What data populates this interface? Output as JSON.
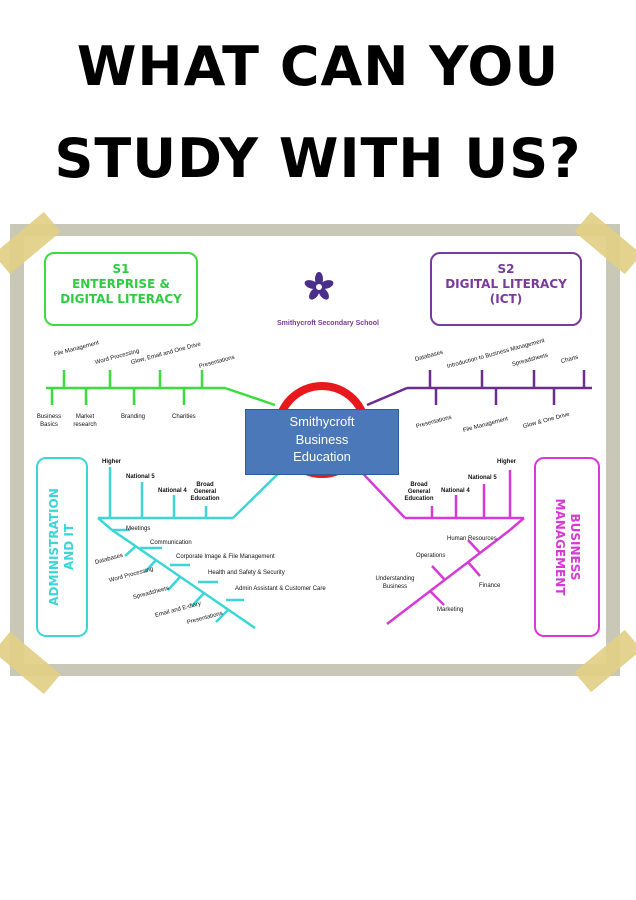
{
  "headline": {
    "line1": "WHAT CAN YOU",
    "line2": "STUDY WITH US?"
  },
  "colors": {
    "green": "#3ddc3d",
    "purple": "#7a3a9c",
    "cyan": "#3cd6d6",
    "magenta": "#d63ad6",
    "center_blue": "#4a78b8",
    "red": "#e8191c",
    "tape": "#e2cf86"
  },
  "logo": {
    "text": "Smithycroft Secondary School",
    "icon": "flower-logo-icon"
  },
  "center": {
    "line1": "Smithycroft",
    "line2": "Business",
    "line3": "Education"
  },
  "s1": {
    "title": "S1",
    "line2": "ENTERPRISE &",
    "line3": "DIGITAL LITERACY",
    "upper": [
      "File Management",
      "Word Processing",
      "Glow, Email and One Drive",
      "Presentations"
    ],
    "lower1a": "Business",
    "lower1b": "Basics",
    "lower2a": "Market",
    "lower2b": "research",
    "lower3": "Branding",
    "lower4": "Charities"
  },
  "s2": {
    "title": "S2",
    "line2": "DIGITAL LITERACY",
    "line3": "(ICT)",
    "upper": [
      "Databases",
      "Introduction to Business Management",
      "Spreadsheets",
      "Charts"
    ],
    "lower": [
      "Presentations",
      "File Management",
      "Glow & One Drive"
    ]
  },
  "admin": {
    "title1": "ADMINISTRATION",
    "title2": "AND IT",
    "levels": [
      "Higher",
      "National 5",
      "National 4",
      "Broad",
      "General",
      "Education"
    ],
    "topics": [
      "Meetings",
      "Communication",
      "Corporate Image & File Management",
      "Health and Safety & Security",
      "Admin Assistant & Customer Care",
      "Databases",
      "Word Processing",
      "Spreadsheets",
      "Email and E-diary",
      "Presentations"
    ]
  },
  "bm": {
    "title1": "BUSINESS",
    "title2": "MANAGEMENT",
    "levels": [
      "Higher",
      "National 5",
      "National 4",
      "Broad",
      "General",
      "Education"
    ],
    "topics": [
      "Human Resources",
      "Operations",
      "Understanding",
      "Business",
      "Finance",
      "Marketing"
    ]
  }
}
